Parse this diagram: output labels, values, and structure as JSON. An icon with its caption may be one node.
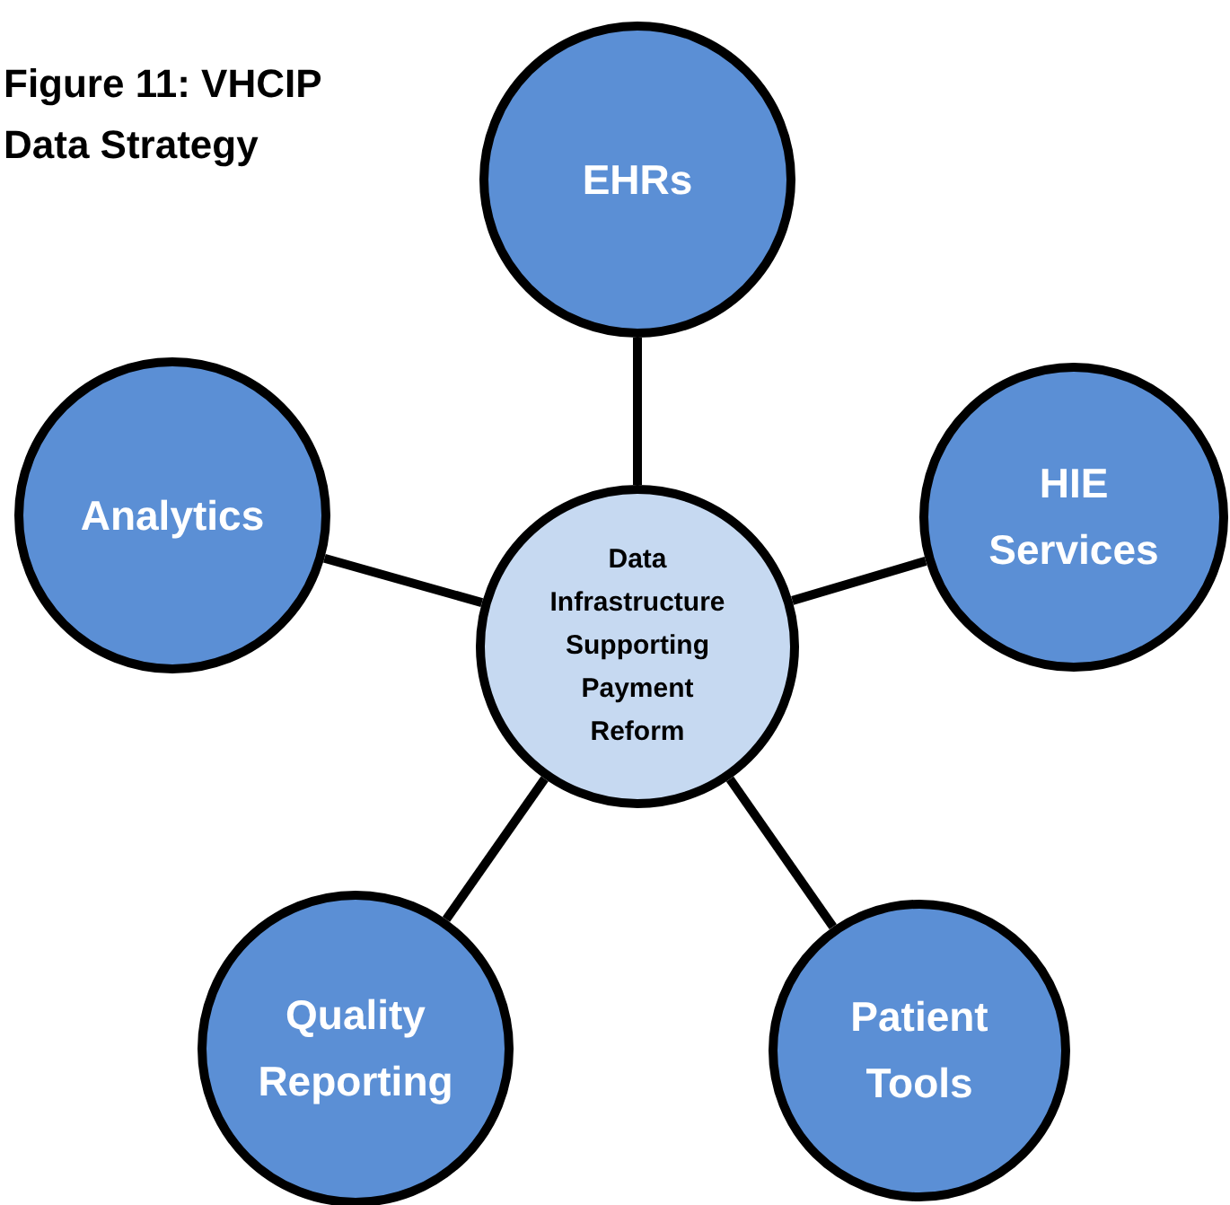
{
  "diagram": {
    "title": "Figure 11: VHCIP Data Strategy",
    "nodes": [
      {
        "text": [
          "EHRs"
        ]
      },
      {
        "text": [
          "Analytics"
        ]
      },
      {
        "text": [
          "HIE Services"
        ]
      },
      {
        "text": [
          "Data Infrastructure Supporting Payment Reform"
        ]
      },
      {
        "text": [
          "Quality Reporting"
        ]
      },
      {
        "text": [
          "Patient Tools"
        ]
      }
    ],
    "edges": [
      {
        "from": 3,
        "to": 0,
        "arrow": "none"
      },
      {
        "from": 3,
        "to": 1,
        "arrow": "none"
      },
      {
        "from": 3,
        "to": 2,
        "arrow": "none"
      },
      {
        "from": 3,
        "to": 4,
        "arrow": "none"
      },
      {
        "from": 3,
        "to": 5,
        "arrow": "none"
      }
    ]
  }
}
